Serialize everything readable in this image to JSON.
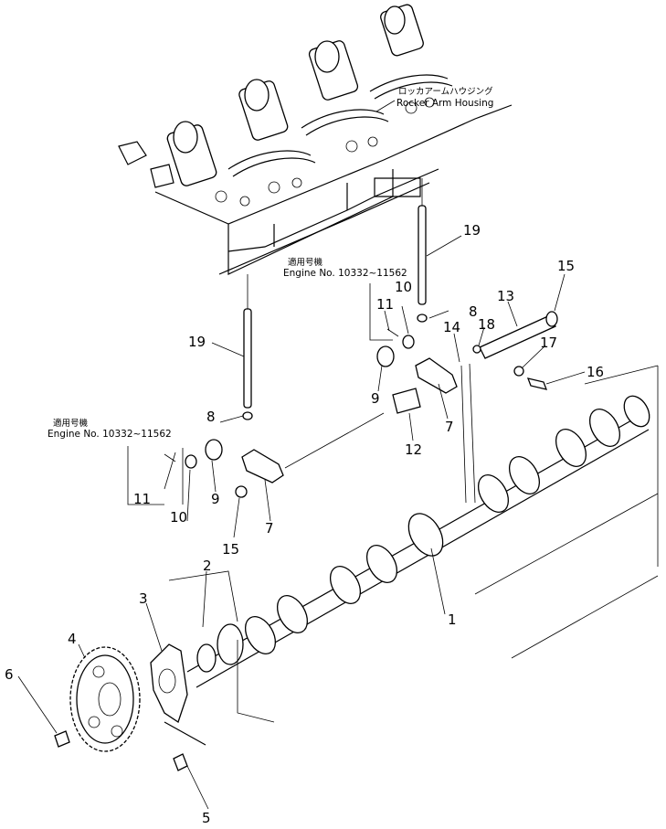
{
  "callouts": {
    "c1": "1",
    "c2": "2",
    "c3": "3",
    "c4": "4",
    "c5": "5",
    "c6": "6",
    "c7a": "7",
    "c7b": "7",
    "c8a": "8",
    "c8b": "8",
    "c9a": "9",
    "c9b": "9",
    "c10a": "10",
    "c10b": "10",
    "c11a": "11",
    "c11b": "11",
    "c12": "12",
    "c13": "13",
    "c14": "14",
    "c15a": "15",
    "c15b": "15",
    "c16": "16",
    "c17": "17",
    "c18": "18",
    "c19a": "19",
    "c19b": "19"
  },
  "housing": {
    "jp": "ロッカアームハウジング",
    "en": "Rocker Arm Housing"
  },
  "serial_upper": {
    "jp": "適用号機",
    "en": "Engine No. 10332~11562"
  },
  "serial_lower": {
    "jp": "適用号機",
    "en": "Engine No. 10332~11562"
  }
}
